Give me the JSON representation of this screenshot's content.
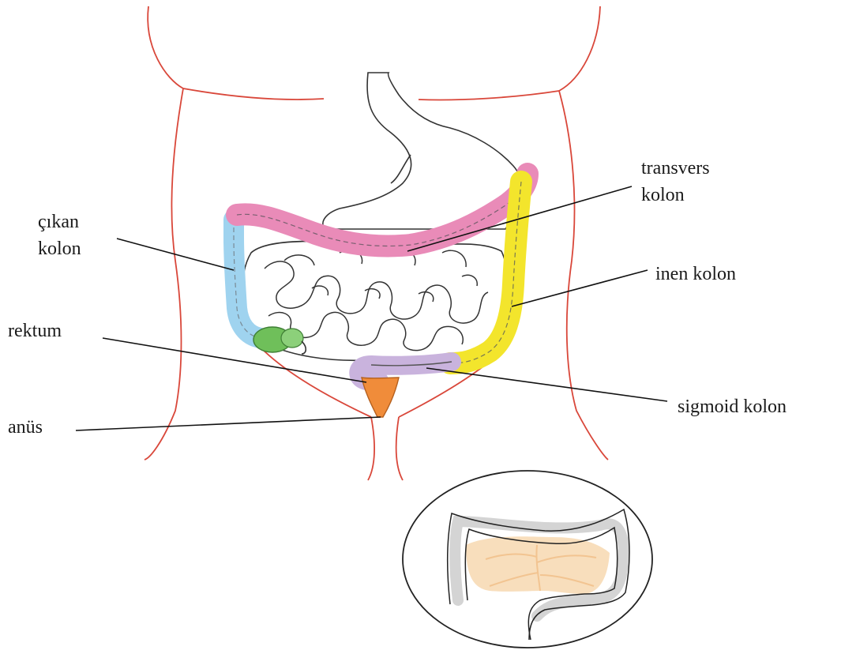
{
  "labels": {
    "cikan_kolon": {
      "line1": "çıkan",
      "line2": "kolon"
    },
    "rektum": "rektum",
    "anus": "anüs",
    "transvers_kolon": {
      "line1": "transvers",
      "line2": "kolon"
    },
    "inen_kolon": "inen kolon",
    "sigmoid_kolon": "sigmoid kolon"
  },
  "colors": {
    "body_outline": "#d9473a",
    "ascending_colon": "#9fd3ef",
    "transverse_colon": "#e98bb8",
    "descending_colon": "#f3e52c",
    "sigmoid_colon": "#c9b3dd",
    "rectum": "#f08c3a",
    "cecum": "#6fbf5a",
    "inset_mesentery": "#f6d3a6"
  },
  "icons": [
    "abdomen-outline-illustration",
    "stomach-illustration",
    "small-intestine-illustration",
    "colon-inset-illustration"
  ]
}
